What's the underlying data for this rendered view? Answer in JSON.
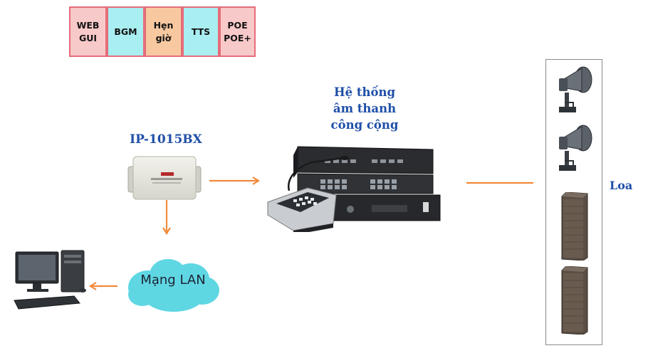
{
  "features": [
    {
      "label": "WEB\nGUI",
      "color": "#f8c9c9"
    },
    {
      "label": "BGM",
      "color": "#a9eef0"
    },
    {
      "label": "Hẹn\ngiờ",
      "color": "#f8c9a0"
    },
    {
      "label": "TTS",
      "color": "#a9eef0"
    },
    {
      "label": "POE\nPOE+",
      "color": "#f8c9c9"
    }
  ],
  "device": {
    "name": "IP-1015BX",
    "icon": "ip-gateway-icon"
  },
  "network": {
    "label": "Mạng LAN",
    "color": "#5fd7e3"
  },
  "system": {
    "title_line1": "Hệ thống",
    "title_line2": "âm thanh",
    "title_line3": "công cộng",
    "icon": "rack-mixer-icon"
  },
  "speakers": {
    "label": "Loa",
    "items": [
      "horn-speaker-icon",
      "horn-speaker-icon",
      "column-speaker-icon",
      "column-speaker-icon"
    ]
  },
  "computer": {
    "icon": "desktop-computer-icon"
  },
  "colors": {
    "arrow": "#f08a3c",
    "label": "#1f4fa8",
    "feature_border": "#e56c7a"
  }
}
